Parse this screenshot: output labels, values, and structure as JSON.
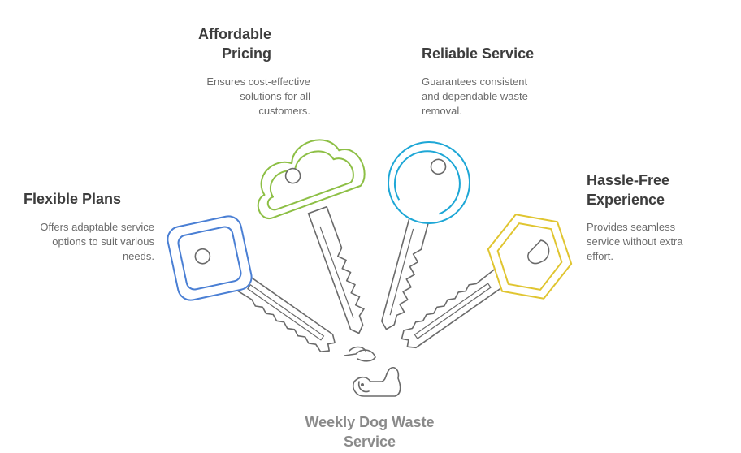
{
  "center": {
    "title_lines": [
      "Weekly Dog Waste",
      "Service"
    ],
    "icon": "dog-poop-icon"
  },
  "items": [
    {
      "key": "affordable-pricing",
      "title_lines": [
        "Affordable",
        "Pricing"
      ],
      "desc_lines": [
        "Ensures cost-effective",
        "solutions for all",
        "customers."
      ],
      "color": "#8dbf45",
      "key_shape": "cloud"
    },
    {
      "key": "reliable-service",
      "title_lines": [
        "Reliable Service"
      ],
      "desc_lines": [
        "Guarantees consistent",
        "and dependable waste",
        "removal."
      ],
      "color": "#1ea7d6",
      "key_shape": "circle"
    },
    {
      "key": "flexible-plans",
      "title_lines": [
        "Flexible Plans"
      ],
      "desc_lines": [
        "Offers adaptable service",
        "options to suit various",
        "needs."
      ],
      "color": "#4a7fd4",
      "key_shape": "rounded-square"
    },
    {
      "key": "hassle-free-experience",
      "title_lines": [
        "Hassle-Free",
        "Experience"
      ],
      "desc_lines": [
        "Provides seamless",
        "service without extra",
        "effort."
      ],
      "color": "#e0c530",
      "key_shape": "hexagon"
    }
  ]
}
